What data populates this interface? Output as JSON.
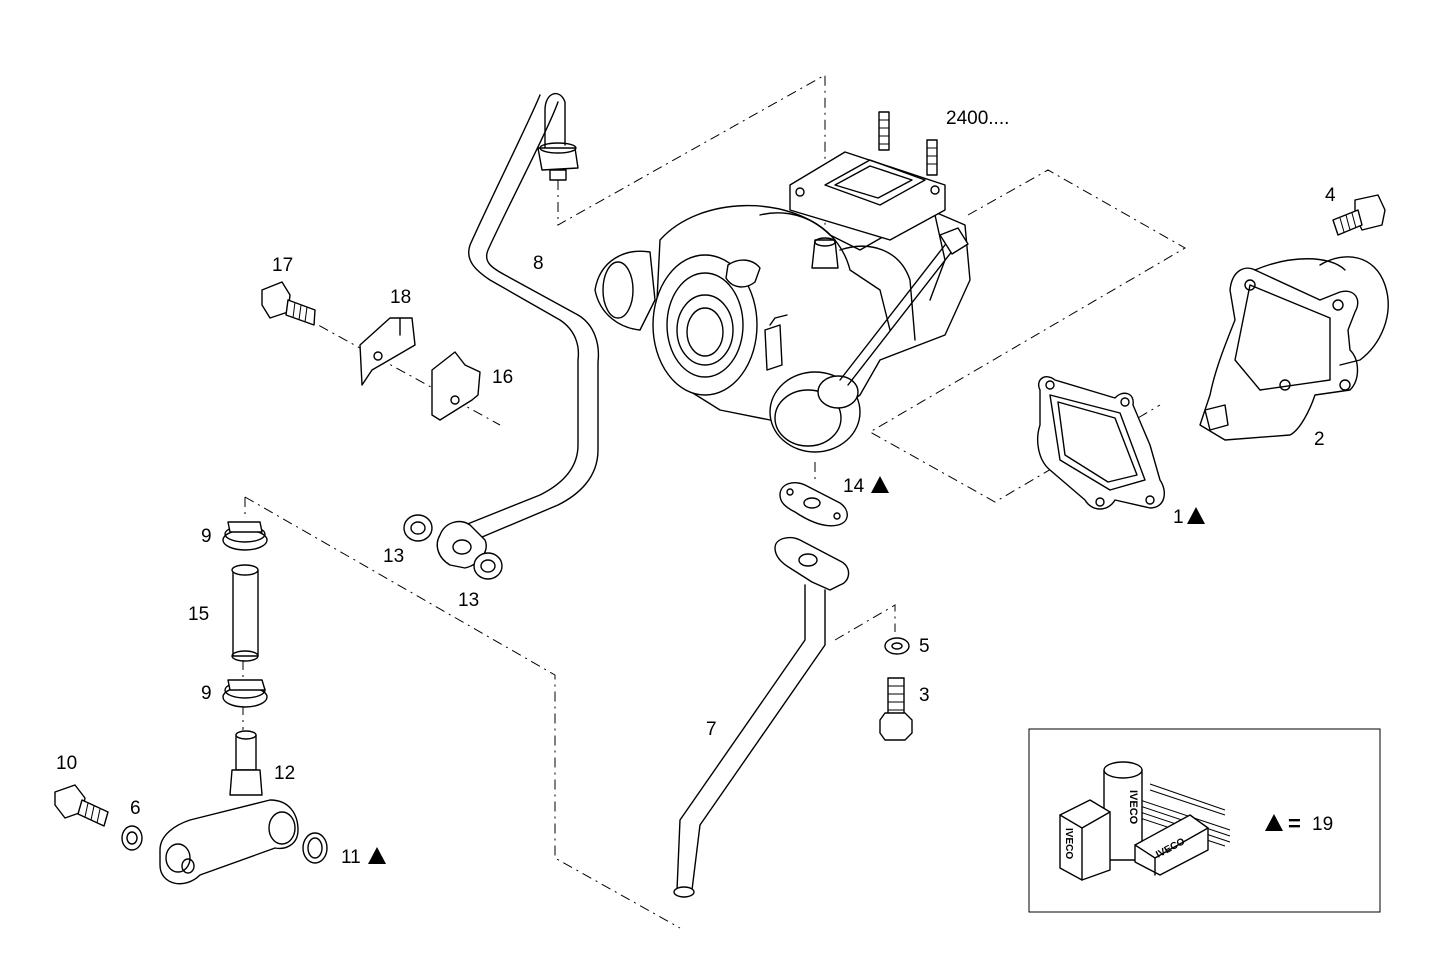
{
  "labels": {
    "ref_2400": "2400....",
    "p1": "1",
    "p2": "2",
    "p3": "3",
    "p4": "4",
    "p5": "5",
    "p6": "6",
    "p7": "7",
    "p8": "8",
    "p9a": "9",
    "p9b": "9",
    "p10": "10",
    "p11": "11",
    "p12": "12",
    "p13a": "13",
    "p13b": "13",
    "p14": "14",
    "p15": "15",
    "p16": "16",
    "p17": "17",
    "p18": "18"
  },
  "legend": {
    "equals": "=",
    "kit_number": "19",
    "brand_text": "IVECO"
  },
  "icons": {
    "kit_marker": "black-triangle-icon"
  }
}
